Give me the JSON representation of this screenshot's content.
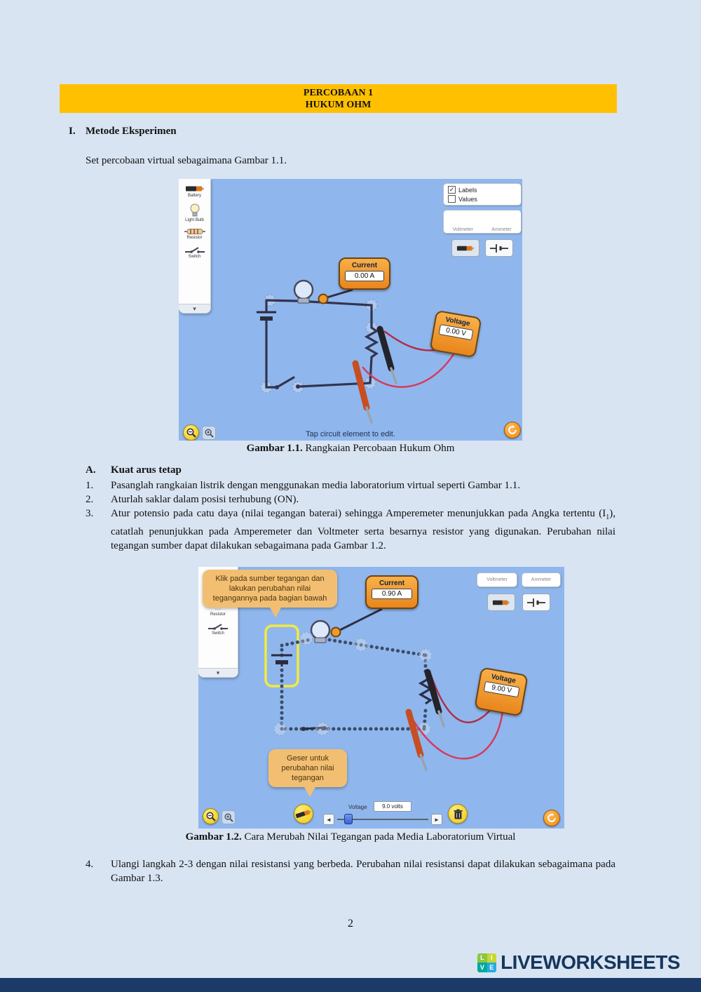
{
  "banner": {
    "line1": "PERCOBAAN 1",
    "line2": "HUKUM OHM"
  },
  "section": {
    "numeral": "I.",
    "title": "Metode Eksperimen",
    "intro": "Set percobaan virtual sebagaimana Gambar 1.1."
  },
  "figure1": {
    "caption_label": "Gambar 1.1.",
    "caption_text": "Rangkaian Percobaan Hukum Ohm",
    "toolbar": {
      "items": [
        {
          "label": "Battery"
        },
        {
          "label": "Light Bulb"
        },
        {
          "label": "Resistor"
        },
        {
          "label": "Switch"
        }
      ]
    },
    "options": {
      "labels": "Labels",
      "values": "Values"
    },
    "meters_tabs": {
      "voltmeter": "Voltmeter",
      "ammeter": "Ammeter"
    },
    "ammeter": {
      "label": "Current",
      "value": "0.00 A"
    },
    "voltmeter": {
      "label": "Voltage",
      "value": "0.00 V"
    },
    "status": "Tap circuit element to edit."
  },
  "steps_title": {
    "letter": "A.",
    "title": "Kuat arus tetap"
  },
  "steps": [
    {
      "num": "1.",
      "text": "Pasanglah rangkaian listrik dengan menggunakan media laboratorium virtual seperti Gambar 1.1."
    },
    {
      "num": "2.",
      "text": "Aturlah saklar dalam posisi terhubung (ON)."
    },
    {
      "num": "3.",
      "text_a": "Atur potensio pada catu daya (nilai tegangan baterai) sehingga Amperemeter menunjukkan pada Angka tertentu (I",
      "sub": "1",
      "text_b": "), catatlah penunjukkan pada Amperemeter dan Voltmeter serta besarnya resistor yang digunakan. Perubahan nilai tegangan sumber dapat dilakukan sebagaimana pada Gambar 1.2."
    },
    {
      "num": "4.",
      "text": "Ulangi langkah 2-3 dengan nilai resistansi yang berbeda. Perubahan nilai resistansi dapat dilakukan sebagaimana pada Gambar 1.3."
    }
  ],
  "figure2": {
    "caption_label": "Gambar 1.2.",
    "caption_text": "Cara Merubah Nilai Tegangan pada Media Laboratorium Virtual",
    "callout_top": "Klik pada sumber tegangan dan lakukan perubahan nilai tegangannya pada bagian bawah",
    "callout_bottom": "Geser untuk perubahan nilai tegangan",
    "toolbar": {
      "items": [
        {
          "label": "Resistor"
        },
        {
          "label": "Switch"
        }
      ]
    },
    "meters_tabs": {
      "voltmeter": "Voltmeter",
      "ammeter": "Ammeter"
    },
    "ammeter": {
      "label": "Current",
      "value": "0.90 A"
    },
    "voltmeter": {
      "label": "Voltage",
      "value": "9.00 V"
    },
    "slider": {
      "label": "Voltage",
      "value": "9.0 volts"
    }
  },
  "page_number": "2",
  "footer": {
    "brand": "LIVEWORKSHEETS",
    "logo_tiles": [
      "L",
      "I",
      "V",
      "E"
    ]
  },
  "icons": {
    "check": "✓",
    "chevron_down": "▾",
    "left_arrow": "◄",
    "right_arrow": "►",
    "dots": "···"
  },
  "colors": {
    "banner": "#ffc000",
    "sim_background": "#8fb7ee",
    "meter_orange": "#ee8d12",
    "footer_navy": "#1b3a68"
  }
}
